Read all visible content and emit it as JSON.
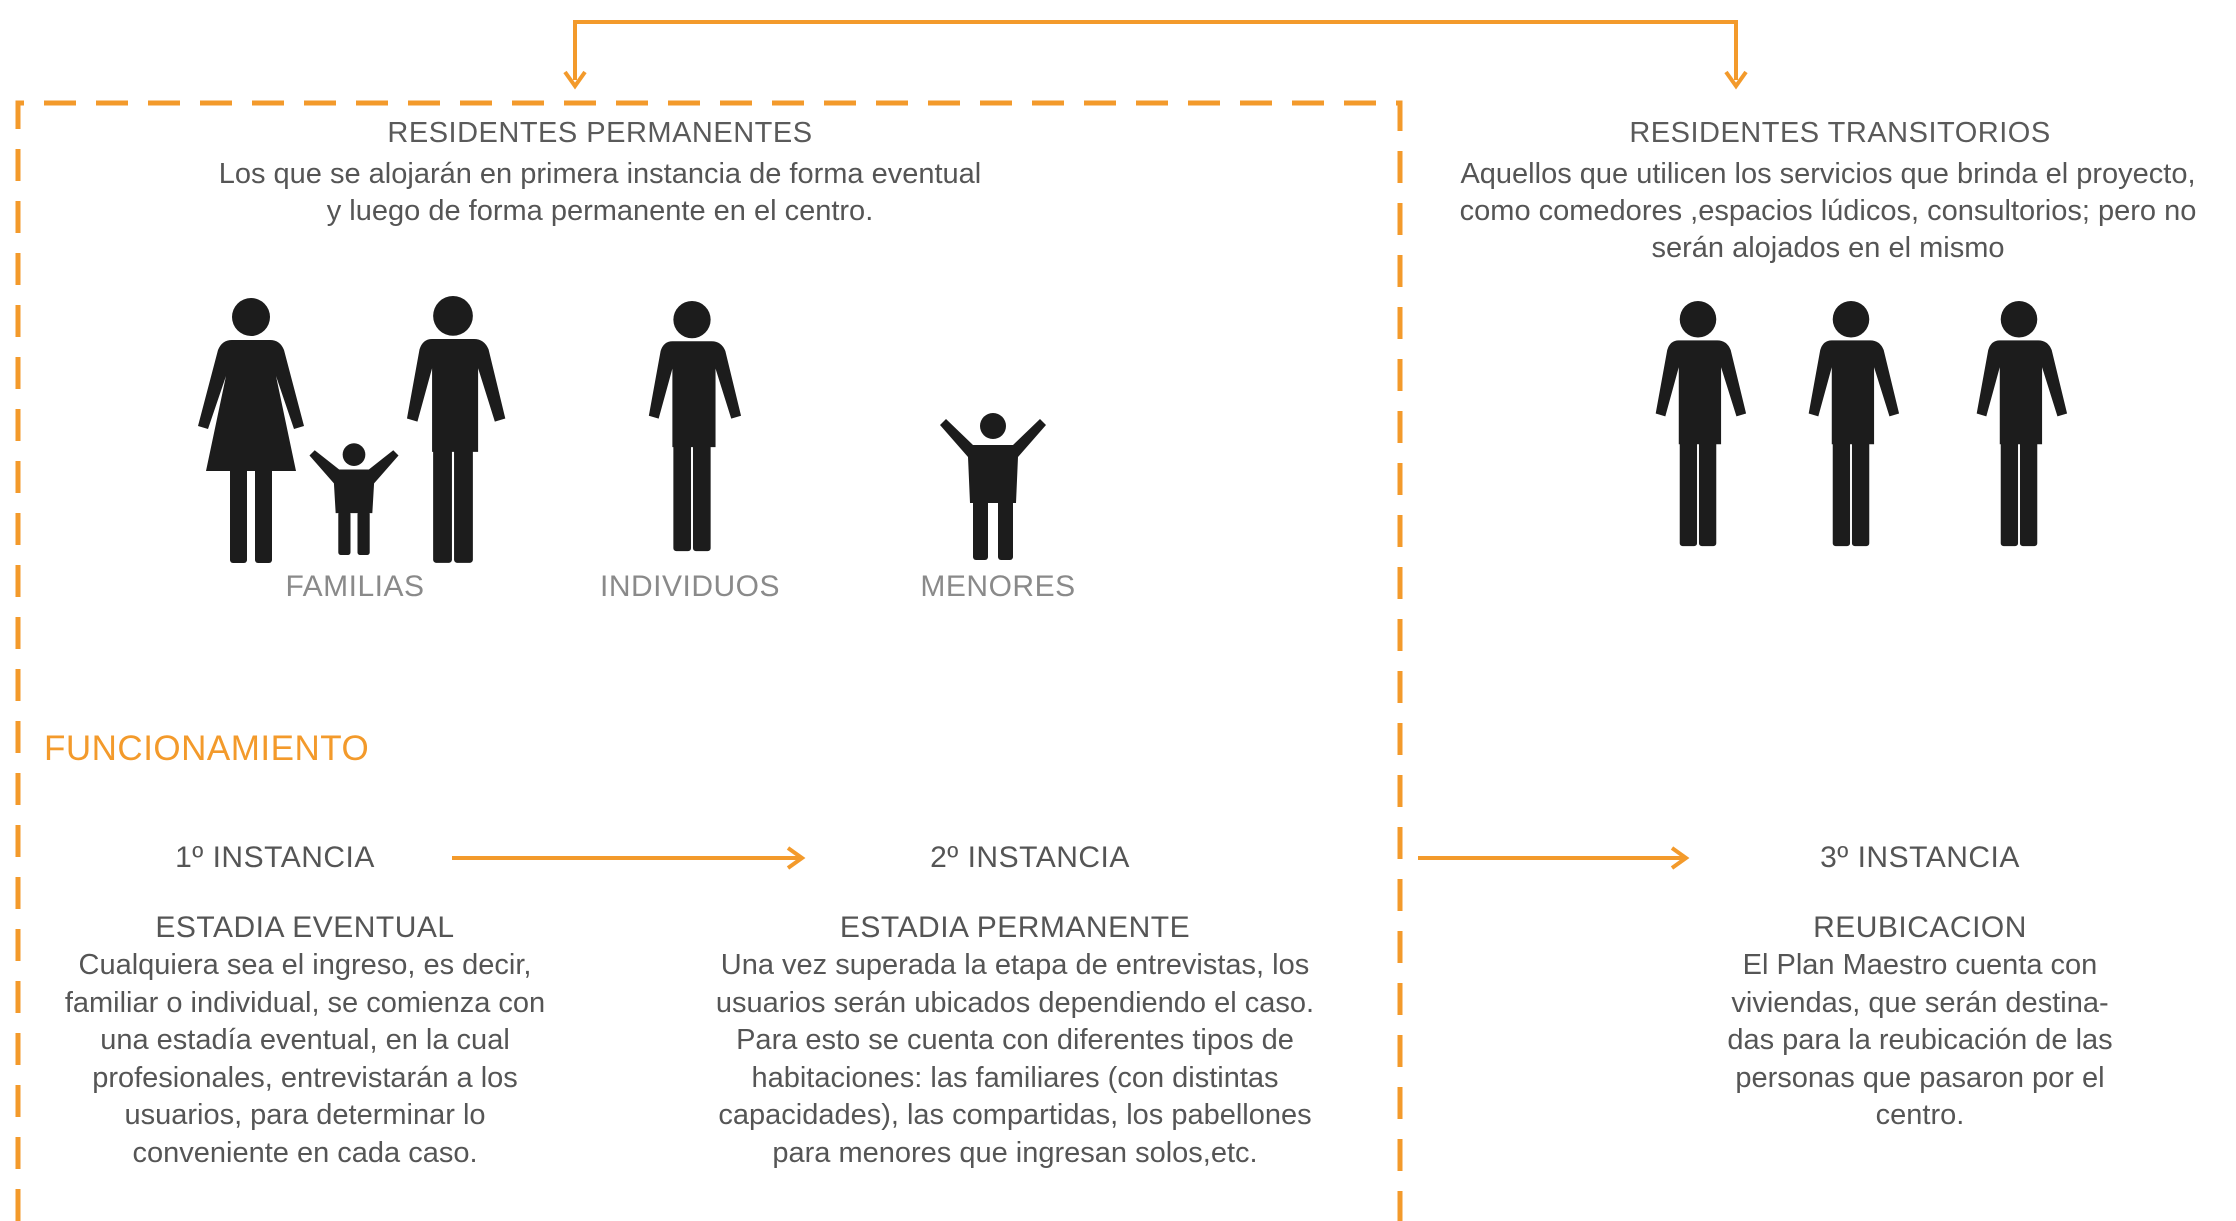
{
  "colors": {
    "accent": "#f39a2b",
    "figure": "#1c1c1c",
    "text": "#555555"
  },
  "permanent": {
    "title": "RESIDENTES PERMANENTES",
    "line1": "Los que se alojarán en primera instancia de forma eventual",
    "line2": "y luego de forma permanente en el centro."
  },
  "transient": {
    "title": "RESIDENTES TRANSITORIOS",
    "line1": "Aquellos que utilicen los servicios que brinda el proyecto,",
    "line2": "como comedores ,espacios lúdicos, consultorios; pero no",
    "line3": "serán alojados en el mismo"
  },
  "groups": {
    "families": "FAMILIAS",
    "individuals": "INDIVIDUOS",
    "minors": "MENORES"
  },
  "section_title": "FUNCIONAMIENTO",
  "stages": [
    {
      "instance": "1º INSTANCIA",
      "title": "ESTADIA EVENTUAL",
      "text": "Cualquiera sea el ingreso, es decir, familiar o individual, se comienza con una estadía eventual, en la cual profesionales, entrevistarán a los usuarios, para determinar lo conveniente en cada caso."
    },
    {
      "instance": "2º INSTANCIA",
      "title": "ESTADIA PERMANENTE",
      "text": "Una vez superada la etapa de entrevistas, los usuarios serán ubicados dependiendo el caso. Para esto se cuenta con diferentes tipos de habitaciones: las familiares (con distintas capacidades), las compartidas, los pabellones para menores que ingresan solos,etc."
    },
    {
      "instance": "3º INSTANCIA",
      "title": "REUBICACION",
      "text": "El Plan Maestro cuenta con viviendas, que serán destina- das para la reubicación de las personas que pasaron por el centro."
    }
  ]
}
